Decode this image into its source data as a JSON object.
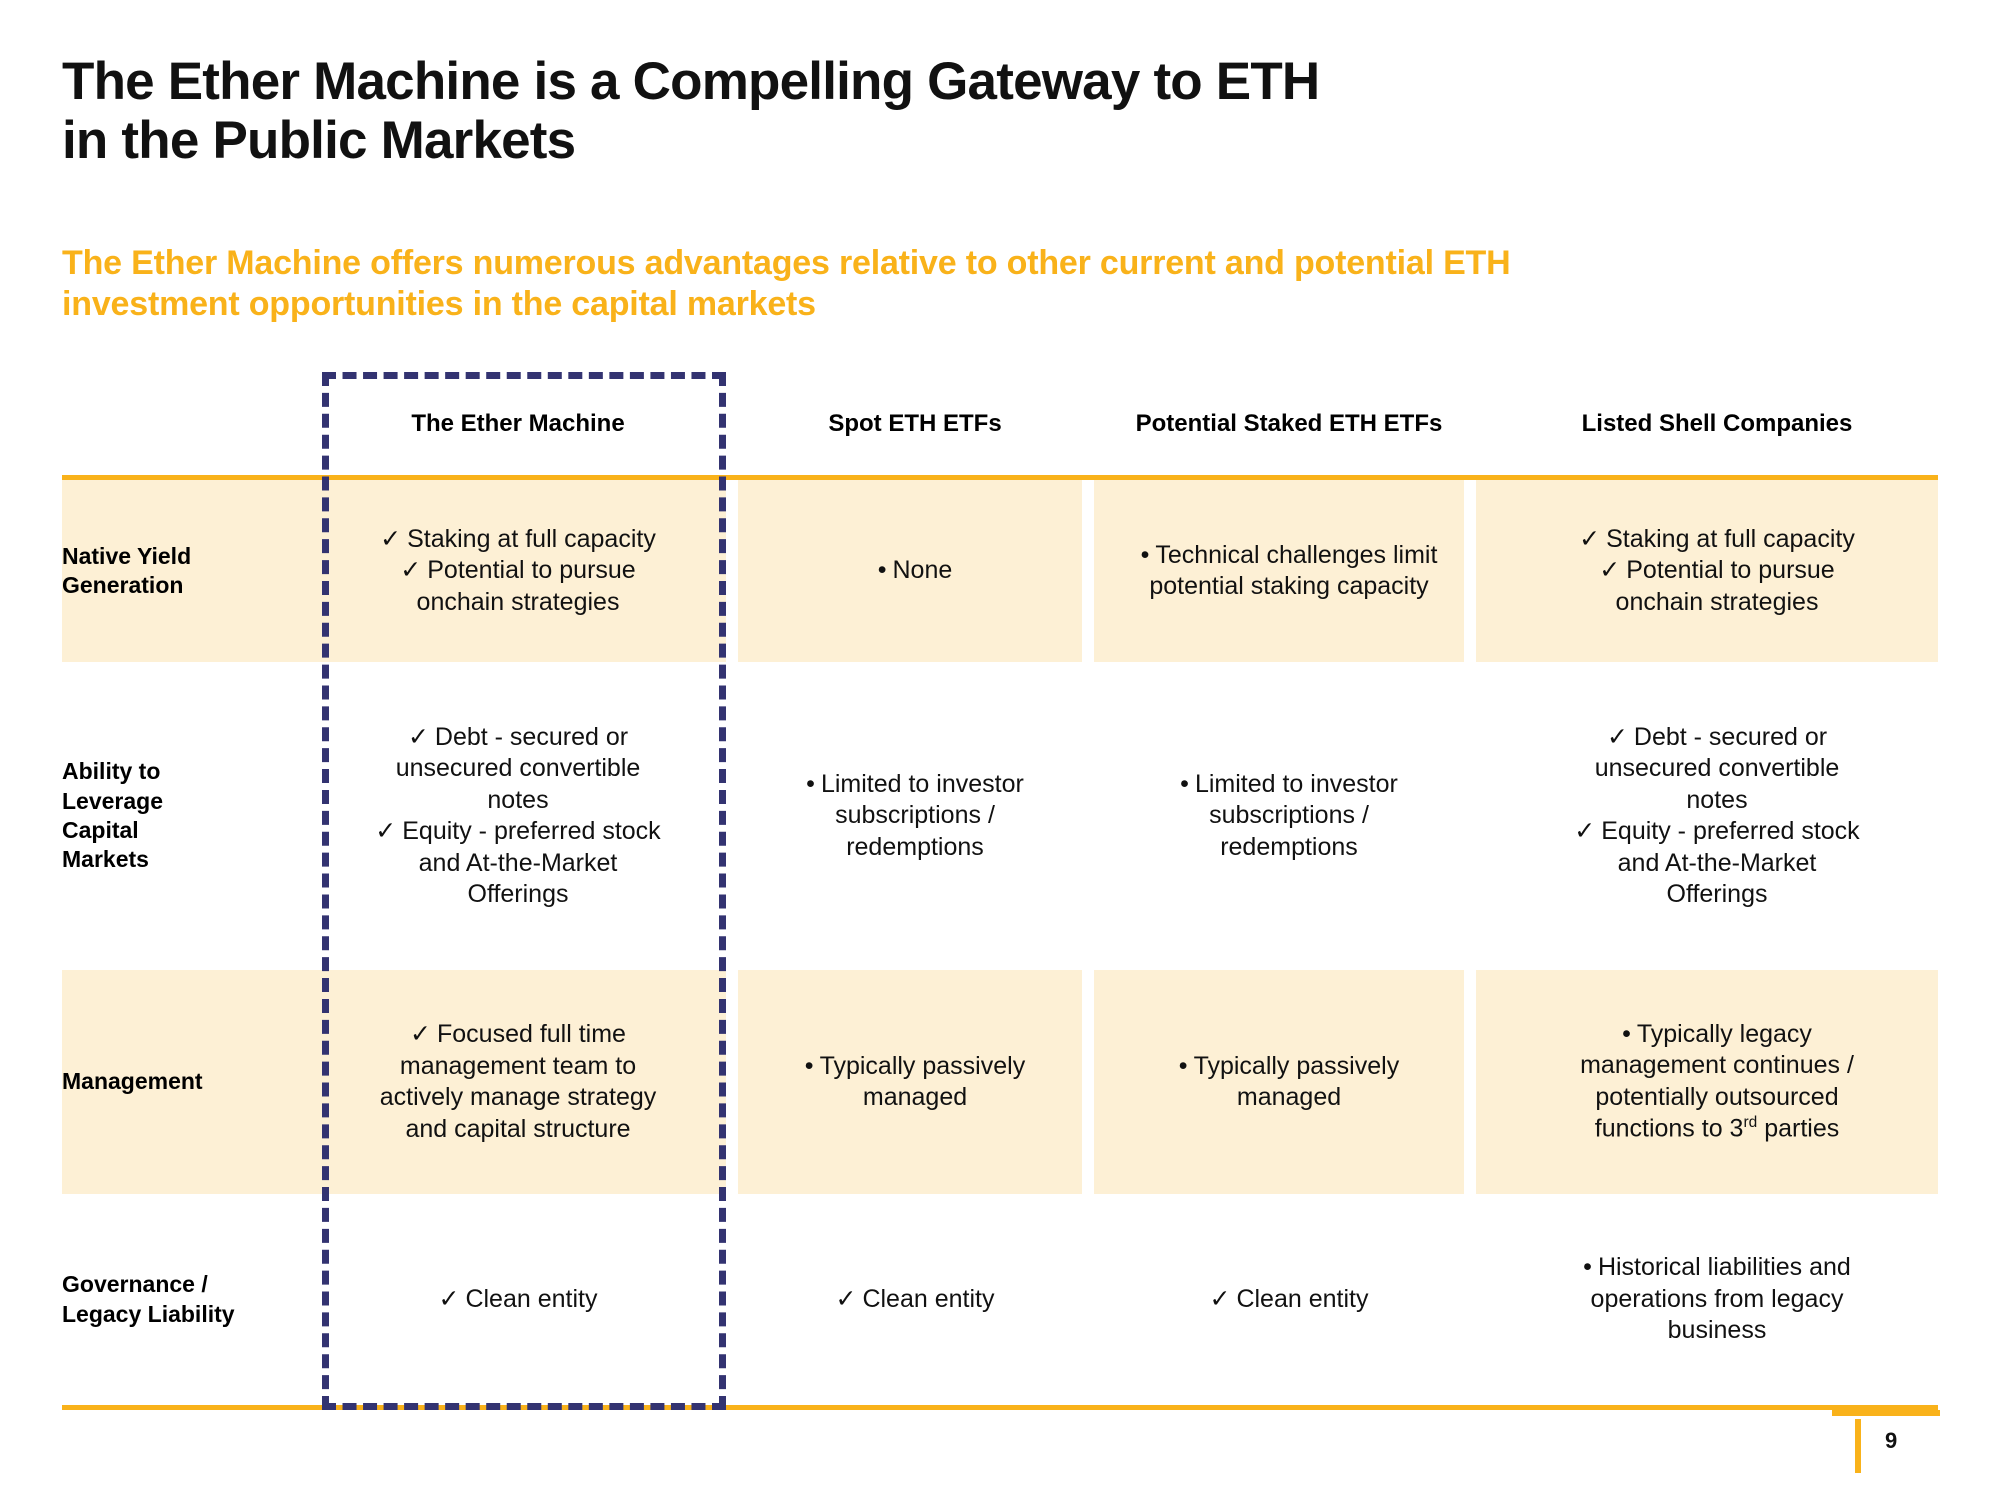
{
  "slide": {
    "title_line1": "The Ether Machine is a Compelling Gateway to ETH",
    "title_line2": "in the Public Markets",
    "subtitle_line1": "The Ether Machine offers numerous advantages relative to other current and potential ETH",
    "subtitle_line2": "investment opportunities in the capital markets",
    "page_number": "9"
  },
  "colors": {
    "accent_orange": "#F9B21A",
    "band_cream": "#FDF0D5",
    "highlight_navy": "#333371",
    "text_black": "#111111"
  },
  "table": {
    "columns": [
      {
        "label": "",
        "name": "row-label-column"
      },
      {
        "label": "The Ether Machine",
        "name": "column-the-ether-machine",
        "highlighted": true
      },
      {
        "label": "Spot ETH ETFs",
        "name": "column-spot-eth-etfs"
      },
      {
        "label": "Potential Staked ETH ETFs",
        "name": "column-potential-staked-eth-etfs"
      },
      {
        "label": "Listed Shell Companies",
        "name": "column-listed-shell-companies"
      }
    ],
    "rows": [
      {
        "label": "Native Yield Generation",
        "label_l1": "Native Yield",
        "label_l2": "Generation",
        "cells": {
          "ether_machine": [
            {
              "mark": "check",
              "l1": "Staking at full capacity"
            },
            {
              "mark": "check",
              "l1": "Potential to pursue",
              "l2": "onchain strategies"
            }
          ],
          "spot_etf": [
            {
              "mark": "bullet",
              "l1": "None"
            }
          ],
          "staked_etf": [
            {
              "mark": "bullet",
              "l1": "Technical challenges limit",
              "l2": "potential staking capacity"
            }
          ],
          "shell": [
            {
              "mark": "check",
              "l1": "Staking at full capacity"
            },
            {
              "mark": "check",
              "l1": "Potential to pursue",
              "l2": "onchain strategies"
            }
          ]
        }
      },
      {
        "label": "Ability to Leverage Capital Markets",
        "label_l1": "Ability to",
        "label_l2": "Leverage",
        "label_l3": "Capital",
        "label_l4": "Markets",
        "cells": {
          "ether_machine": [
            {
              "mark": "check",
              "l1": "Debt - secured or",
              "l2": "unsecured convertible",
              "l3": "notes"
            },
            {
              "mark": "check",
              "l1": "Equity - preferred stock",
              "l2": "and At-the-Market",
              "l3": "Offerings"
            }
          ],
          "spot_etf": [
            {
              "mark": "bullet",
              "l1": "Limited to investor",
              "l2": "subscriptions /",
              "l3": "redemptions"
            }
          ],
          "staked_etf": [
            {
              "mark": "bullet",
              "l1": "Limited to investor",
              "l2": "subscriptions /",
              "l3": "redemptions"
            }
          ],
          "shell": [
            {
              "mark": "check",
              "l1": "Debt - secured or",
              "l2": "unsecured convertible",
              "l3": "notes"
            },
            {
              "mark": "check",
              "l1": "Equity - preferred stock",
              "l2": "and At-the-Market",
              "l3": "Offerings"
            }
          ]
        }
      },
      {
        "label": "Management",
        "label_l1": "Management",
        "cells": {
          "ether_machine": [
            {
              "mark": "check",
              "l1": "Focused full time",
              "l2": "management team to",
              "l3": "actively manage strategy",
              "l4": "and capital structure"
            }
          ],
          "spot_etf": [
            {
              "mark": "bullet",
              "l1": "Typically passively",
              "l2": "managed"
            }
          ],
          "staked_etf": [
            {
              "mark": "bullet",
              "l1": "Typically passively",
              "l2": "managed"
            }
          ],
          "shell": [
            {
              "mark": "bullet",
              "l1": "Typically legacy",
              "l2": "management continues /",
              "l3": "potentially outsourced",
              "l4_pre": "functions to 3",
              "l4_sup": "rd",
              "l4_post": " parties"
            }
          ]
        }
      },
      {
        "label": "Governance / Legacy Liability",
        "label_l1": "Governance /",
        "label_l2": "Legacy Liability",
        "cells": {
          "ether_machine": [
            {
              "mark": "check",
              "l1": "Clean entity"
            }
          ],
          "spot_etf": [
            {
              "mark": "check",
              "l1": "Clean entity"
            }
          ],
          "staked_etf": [
            {
              "mark": "check",
              "l1": "Clean entity"
            }
          ],
          "shell": [
            {
              "mark": "bullet",
              "l1": "Historical liabilities and",
              "l2": "operations from legacy",
              "l3": "business"
            }
          ]
        }
      }
    ]
  },
  "glyphs": {
    "check": "✓",
    "bullet": "•"
  }
}
